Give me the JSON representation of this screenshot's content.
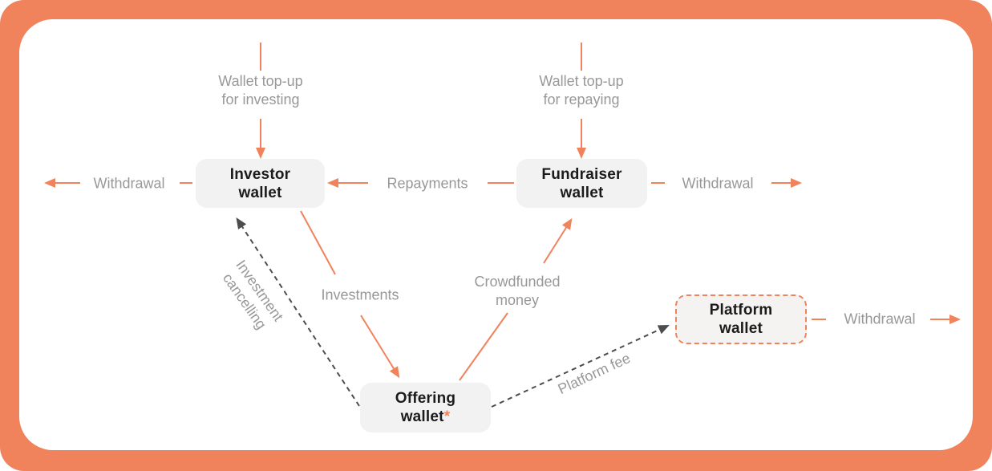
{
  "diagram": {
    "type": "wallet-money-flow",
    "colors": {
      "accent_orange": "#F0825C",
      "label_gray": "#989898",
      "dashed_gray": "#4D4D4D",
      "node_bg": "#F2F2F2",
      "node_text": "#1B1B1B",
      "frame_bg": "#F0825C",
      "canvas_bg": "#FFFFFF"
    },
    "nodes": {
      "investor": {
        "line1": "Investor",
        "line2": "wallet"
      },
      "fundraiser": {
        "line1": "Fundraiser",
        "line2": "wallet"
      },
      "offering": {
        "line1": "Offering",
        "line2": "wallet",
        "suffix": "*"
      },
      "platform": {
        "line1": "Platform",
        "line2": "wallet"
      }
    },
    "labels": {
      "topup_investing": "Wallet top-up\nfor investing",
      "topup_repaying": "Wallet top-up\nfor repaying",
      "withdrawal_investor": "Withdrawal",
      "withdrawal_fundraiser": "Withdrawal",
      "withdrawal_platform": "Withdrawal",
      "repayments": "Repayments",
      "investments": "Investments",
      "crowdfunded_money": "Crowdfunded\nmoney",
      "investment_cancelling": "Investment\ncancelling",
      "platform_fee": "Platform fee"
    },
    "edges": [
      {
        "from": "external",
        "to": "investor",
        "label": "Wallet top-up for investing",
        "style": "solid"
      },
      {
        "from": "external",
        "to": "fundraiser",
        "label": "Wallet top-up for repaying",
        "style": "solid"
      },
      {
        "from": "investor",
        "to": "external",
        "label": "Withdrawal",
        "style": "solid"
      },
      {
        "from": "fundraiser",
        "to": "external",
        "label": "Withdrawal",
        "style": "solid"
      },
      {
        "from": "platform",
        "to": "external",
        "label": "Withdrawal",
        "style": "solid"
      },
      {
        "from": "fundraiser",
        "to": "investor",
        "label": "Repayments",
        "style": "solid"
      },
      {
        "from": "investor",
        "to": "offering",
        "label": "Investments",
        "style": "solid"
      },
      {
        "from": "offering",
        "to": "fundraiser",
        "label": "Crowdfunded money",
        "style": "solid"
      },
      {
        "from": "offering",
        "to": "investor",
        "label": "Investment cancelling",
        "style": "dashed"
      },
      {
        "from": "offering",
        "to": "platform",
        "label": "Platform fee",
        "style": "dashed"
      }
    ]
  }
}
